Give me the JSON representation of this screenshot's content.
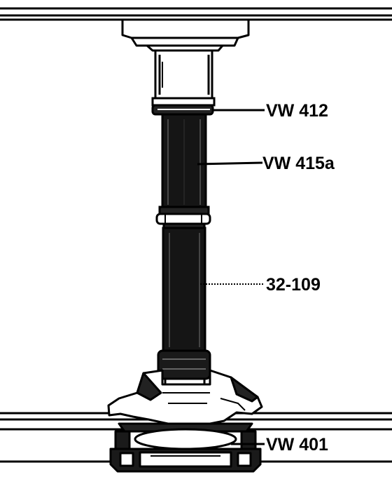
{
  "labels": {
    "part_1": "VW 412",
    "part_2": "VW 415a",
    "part_3": "32-109",
    "part_4": "VW 401"
  },
  "colors": {
    "ink": "#000000",
    "paper": "#ffffff",
    "tube_dark": "#151515"
  }
}
